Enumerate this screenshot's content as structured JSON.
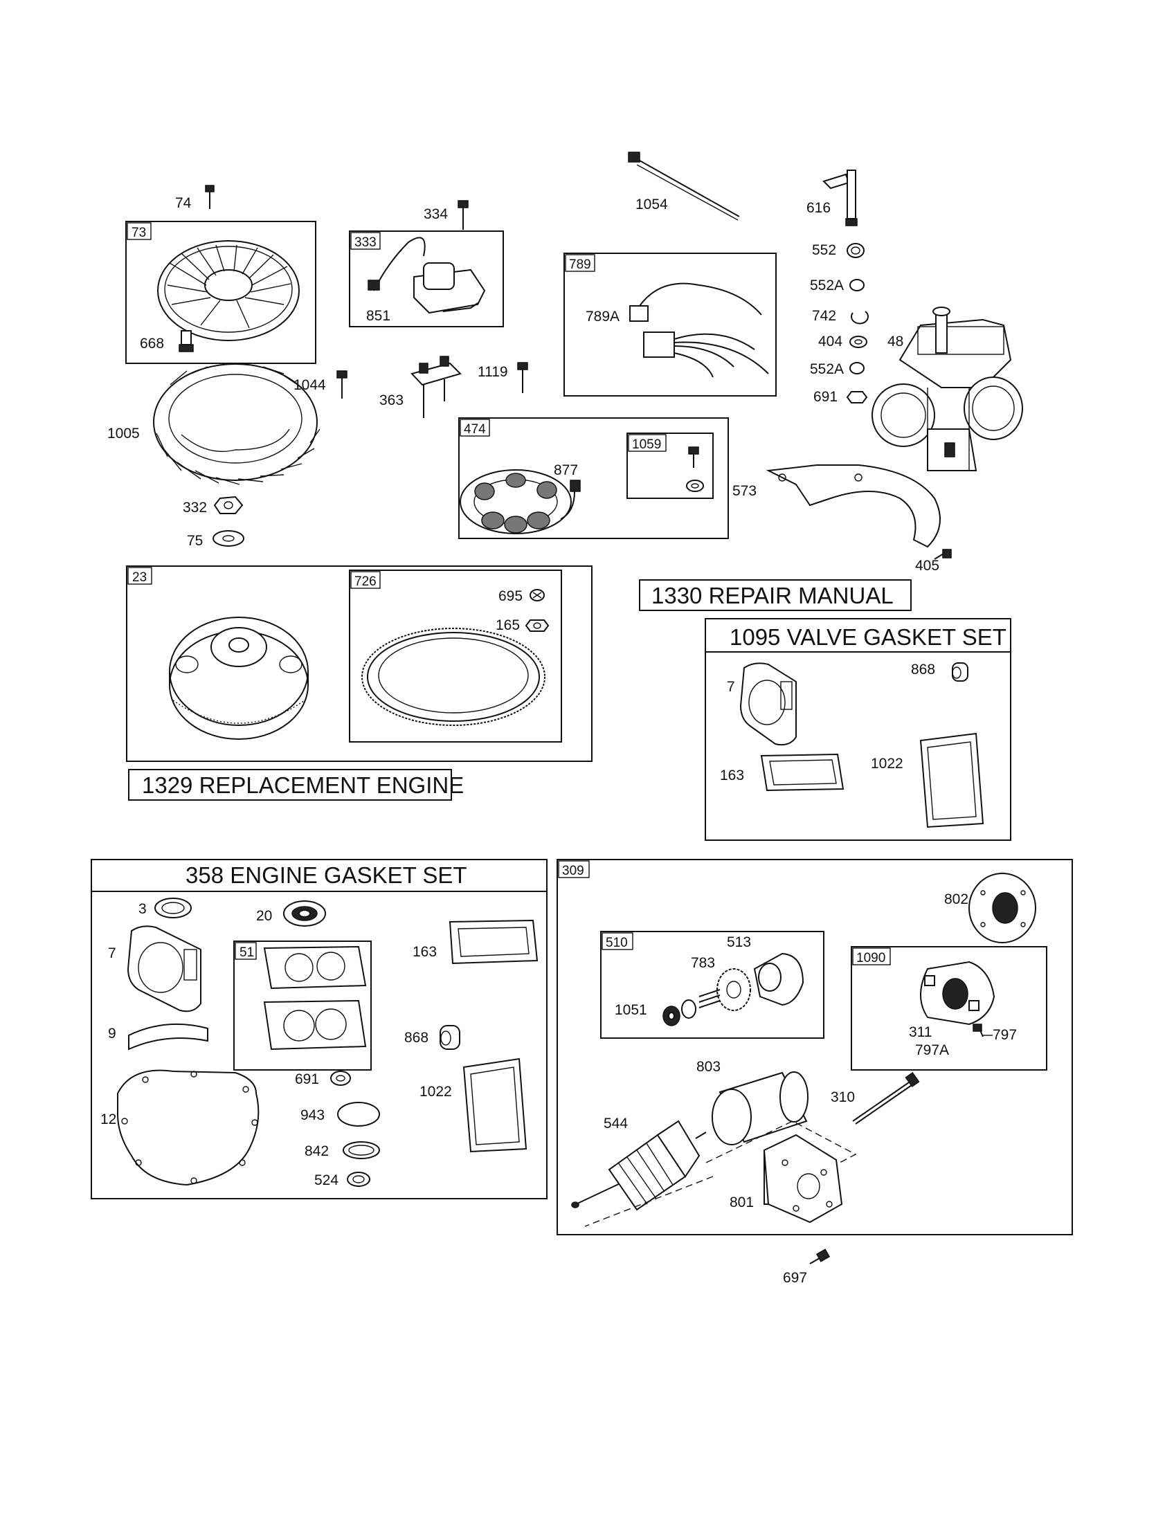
{
  "boxes": {
    "b73": "73",
    "b333": "333",
    "b789": "789",
    "b474": "474",
    "b1059": "1059",
    "b23": "23",
    "b726": "726",
    "b51": "51",
    "b309": "309",
    "b510": "510",
    "b1090": "1090"
  },
  "titles": {
    "repair_manual": "1330 REPAIR MANUAL",
    "valve_gasket_set": "1095 VALVE GASKET SET",
    "replacement_engine": "1329 REPLACEMENT ENGINE",
    "engine_gasket_set": "358 ENGINE GASKET SET"
  },
  "labels": {
    "p74": "74",
    "p334": "334",
    "p1054": "1054",
    "p616": "616",
    "p552": "552",
    "p552a_1": "552A",
    "p742": "742",
    "p404": "404",
    "p48": "48",
    "p552a_2": "552A",
    "p691_top": "691",
    "p668": "668",
    "p851": "851",
    "p789a": "789A",
    "p1044": "1044",
    "p1119": "1119",
    "p363": "363",
    "p1005": "1005",
    "p877": "877",
    "p573": "573",
    "p332": "332",
    "p75": "75",
    "p405": "405",
    "p695": "695",
    "p165": "165",
    "p7_valve": "7",
    "p868_valve": "868",
    "p163_valve": "163",
    "p1022_valve": "1022",
    "p3": "3",
    "p20": "20",
    "p7_eng": "7",
    "p163_eng": "163",
    "p9": "9",
    "p868_eng": "868",
    "p691_eng": "691",
    "p1022_eng": "1022",
    "p12": "12",
    "p943": "943",
    "p842": "842",
    "p524": "524",
    "p802": "802",
    "p513": "513",
    "p783": "783",
    "p1051": "1051",
    "p311": "311",
    "p797": "797",
    "p797a": "797A",
    "p803": "803",
    "p310": "310",
    "p544": "544",
    "p801": "801",
    "p697": "697"
  },
  "icons": [
    "bolt-icon",
    "washer-icon",
    "nut-icon",
    "gasket-icon",
    "flywheel-icon",
    "coil-icon",
    "harness-icon",
    "stator-icon",
    "crankcase-icon",
    "starter-icon"
  ]
}
